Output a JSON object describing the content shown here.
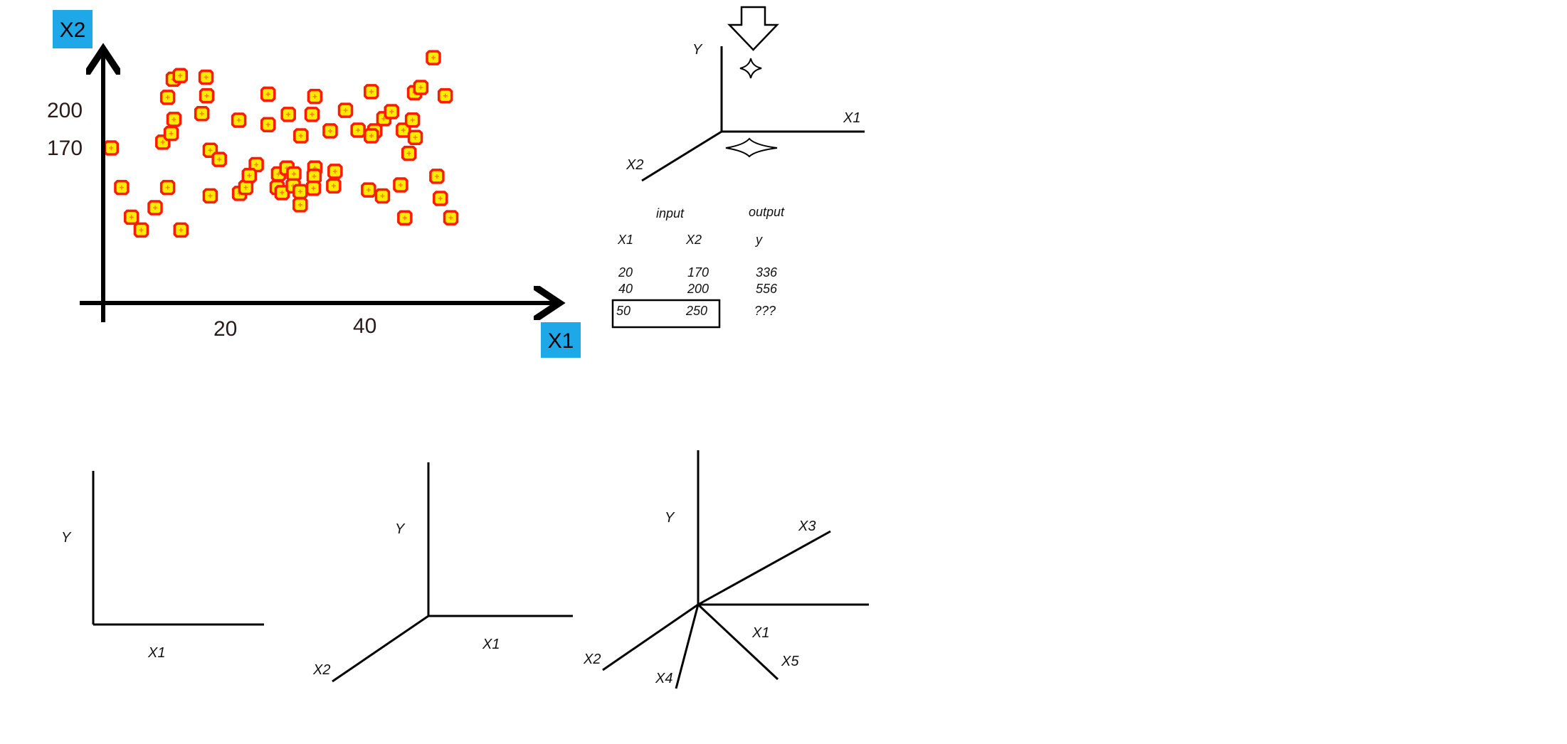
{
  "scatter": {
    "x_axis_label": "X1",
    "y_axis_label": "X2",
    "x_ticks": [
      "20",
      "40"
    ],
    "y_ticks": [
      "200",
      "170"
    ],
    "colors": {
      "badge": "#1fa8e8",
      "point_fill": "#ffeb00",
      "point_edge": "#ff1a00"
    }
  },
  "chart_data": {
    "type": "scatter",
    "xlabel": "X1",
    "ylabel": "X2",
    "x_ticks": [
      20,
      40
    ],
    "y_ticks": [
      170,
      200
    ],
    "series": [
      {
        "points": [
          [
            3.7,
            170.6
          ],
          [
            5.2,
            138.5
          ],
          [
            6.6,
            114.4
          ],
          [
            8.0,
            104.0
          ],
          [
            10.0,
            122.1
          ],
          [
            11.1,
            175.3
          ],
          [
            11.8,
            138.5
          ],
          [
            11.8,
            211.6
          ],
          [
            12.3,
            182.3
          ],
          [
            12.6,
            226.3
          ],
          [
            13.7,
            104.0
          ],
          [
            13.6,
            229.3
          ],
          [
            12.7,
            193.7
          ],
          [
            17.4,
            212.9
          ],
          [
            17.9,
            168.7
          ],
          [
            19.2,
            161.3
          ],
          [
            16.7,
            198.4
          ],
          [
            17.3,
            228.0
          ],
          [
            17.9,
            131.7
          ],
          [
            22.0,
            193.1
          ],
          [
            24.5,
            157.0
          ],
          [
            22.1,
            133.7
          ],
          [
            23.0,
            138.5
          ],
          [
            23.5,
            148.2
          ],
          [
            26.2,
            214.2
          ],
          [
            26.2,
            189.5
          ],
          [
            27.7,
            149.5
          ],
          [
            27.5,
            138.5
          ],
          [
            28.2,
            134.3
          ],
          [
            28.9,
            154.3
          ],
          [
            29.1,
            197.8
          ],
          [
            29.9,
            149.5
          ],
          [
            29.8,
            139.8
          ],
          [
            30.9,
            180.4
          ],
          [
            30.8,
            135.2
          ],
          [
            30.8,
            124.5
          ],
          [
            32.9,
            212.3
          ],
          [
            32.5,
            197.8
          ],
          [
            32.9,
            154.3
          ],
          [
            32.8,
            147.6
          ],
          [
            32.7,
            137.9
          ],
          [
            35.1,
            184.4
          ],
          [
            35.6,
            139.8
          ],
          [
            35.8,
            151.6
          ],
          [
            37.3,
            201.1
          ],
          [
            39.1,
            185.0
          ],
          [
            41.0,
            216.2
          ],
          [
            41.5,
            184.4
          ],
          [
            41.0,
            180.4
          ],
          [
            40.6,
            136.5
          ],
          [
            42.8,
            194.3
          ],
          [
            42.6,
            131.6
          ],
          [
            43.9,
            200.0
          ],
          [
            45.2,
            140.6
          ],
          [
            45.8,
            113.9
          ],
          [
            45.6,
            185.0
          ],
          [
            46.4,
            166.2
          ],
          [
            46.9,
            193.2
          ],
          [
            47.2,
            215.4
          ],
          [
            47.3,
            179.1
          ],
          [
            48.1,
            219.6
          ],
          [
            49.9,
            243.8
          ],
          [
            50.4,
            147.6
          ],
          [
            50.9,
            129.6
          ],
          [
            51.6,
            212.9
          ],
          [
            52.4,
            114.0
          ]
        ]
      }
    ]
  },
  "diagram_3d_top": {
    "y": "Y",
    "x1": "X1",
    "x2": "X2"
  },
  "data_table": {
    "input_header": "input",
    "output_header": "output",
    "columns": [
      "X1",
      "X2",
      "y"
    ],
    "rows": [
      [
        "20",
        "170",
        "336"
      ],
      [
        "40",
        "200",
        "556"
      ],
      [
        "50",
        "250",
        "???"
      ]
    ]
  },
  "diagram_2d": {
    "y": "Y",
    "x1": "X1"
  },
  "diagram_3d_bottom": {
    "y": "Y",
    "x1": "X1",
    "x2": "X2"
  },
  "diagram_multi": {
    "y": "Y",
    "x1": "X1",
    "x2": "X2",
    "x3": "X3",
    "x4": "X4",
    "x5": "X5"
  }
}
